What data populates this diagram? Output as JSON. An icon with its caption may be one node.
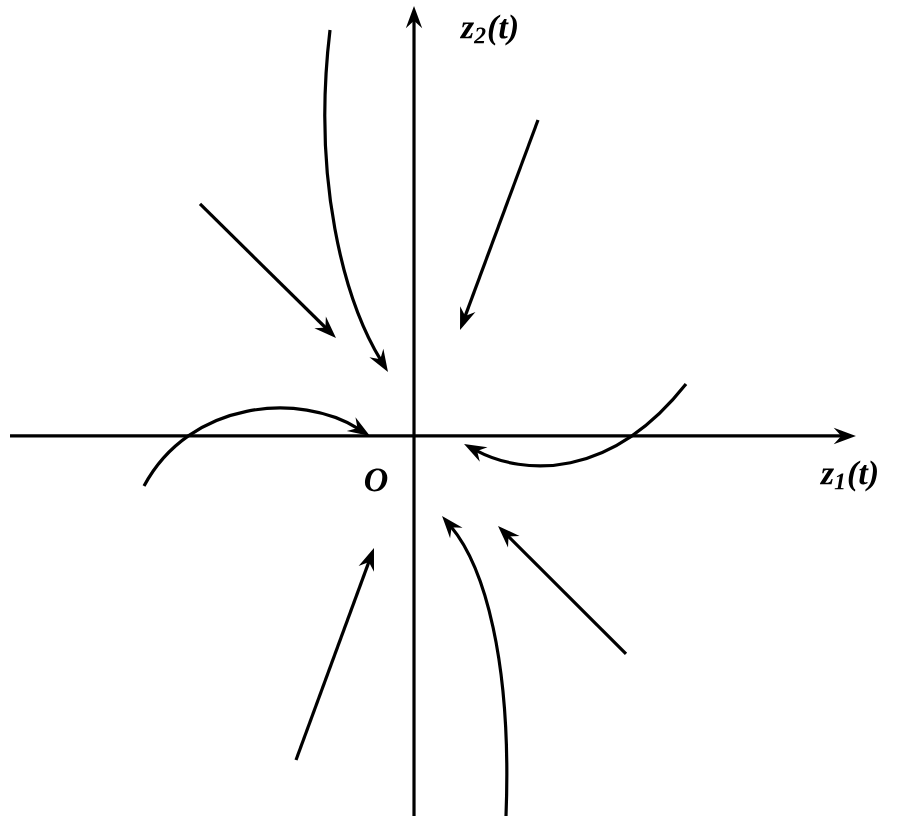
{
  "diagram": {
    "labels": [
      "z$_{2}$(t)",
      "z$_{1}$(t)",
      "O"
    ]
  }
}
